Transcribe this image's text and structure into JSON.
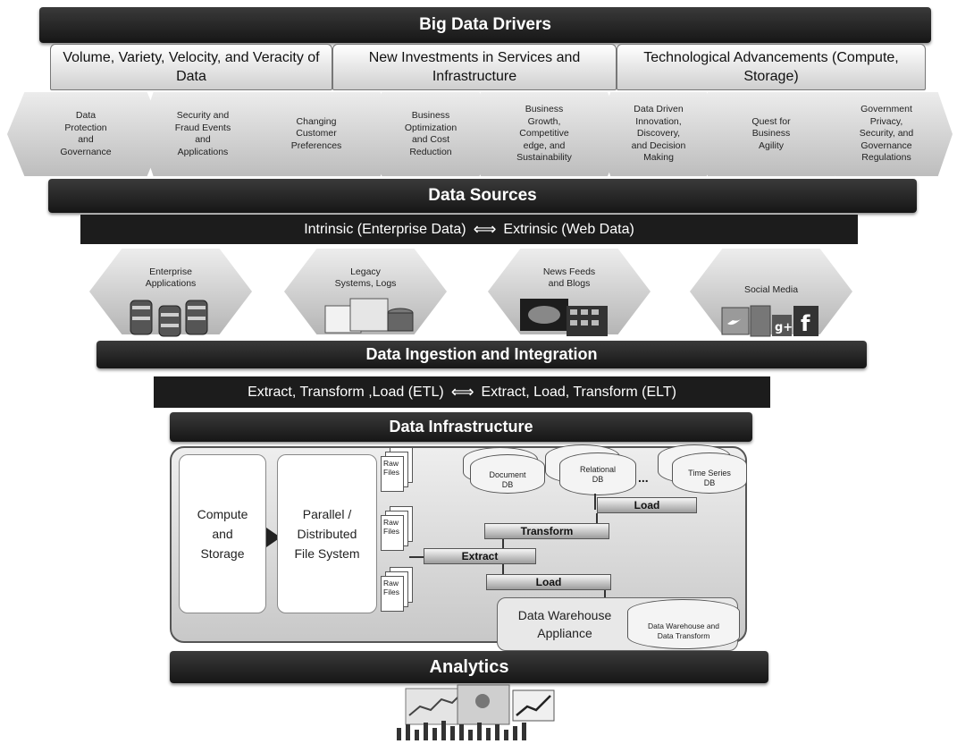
{
  "drivers": {
    "title": "Big Data Drivers",
    "categories": [
      "Volume, Variety, Velocity, and Veracity of Data",
      "New Investments in Services and Infrastructure",
      "Technological Advancements (Compute, Storage)"
    ],
    "items": [
      "Data\nProtection\nand\nGovernance",
      "Security and\nFraud Events\nand\nApplications",
      "Changing\nCustomer\nPreferences",
      "Business\nOptimization\nand Cost\nReduction",
      "Business\nGrowth,\nCompetitive\nedge, and\nSustainability",
      "Data Driven\nInnovation,\nDiscovery,\nand Decision\nMaking",
      "Quest for\nBusiness\nAgility",
      "Government\nPrivacy,\nSecurity, and\nGovernance\nRegulations"
    ]
  },
  "sources": {
    "title": "Data Sources",
    "subtitle_left": "Intrinsic (Enterprise Data)",
    "subtitle_right": "Extrinsic (Web Data)",
    "items": [
      {
        "label": "Enterprise\nApplications",
        "icon": "database-servers-icon"
      },
      {
        "label": "Legacy\nSystems, Logs",
        "icon": "legacy-systems-icon"
      },
      {
        "label": "News Feeds\nand Blogs",
        "icon": "news-feeds-icon"
      },
      {
        "label": "Social Media",
        "icon": "social-media-icon"
      }
    ]
  },
  "ingestion": {
    "title": "Data Ingestion and Integration",
    "subtitle_left": "Extract, Transform ,Load (ETL)",
    "subtitle_right": "Extract, Load, Transform (ELT)"
  },
  "infrastructure": {
    "title": "Data Infrastructure",
    "compute": "Compute\nand\nStorage",
    "dfs": "Parallel /\nDistributed\nFile System",
    "raw_files": "Raw\nFiles",
    "db_document": "Document\nDB",
    "db_relational": "Relational\nDB",
    "db_ellipsis": "...",
    "db_timeseries": "Time Series\nDB",
    "step_load_top": "Load",
    "step_transform": "Transform",
    "step_extract": "Extract",
    "step_load_bottom": "Load",
    "dw_appliance": "Data Warehouse\nAppliance",
    "dw_db": "Data Warehouse and\nData Transform"
  },
  "analytics": {
    "title": "Analytics",
    "icon": "analytics-charts-icon"
  },
  "colors": {
    "bar": "#1c1c1c",
    "panel": "#e2e2e2",
    "hex": "#d0d0d0"
  }
}
